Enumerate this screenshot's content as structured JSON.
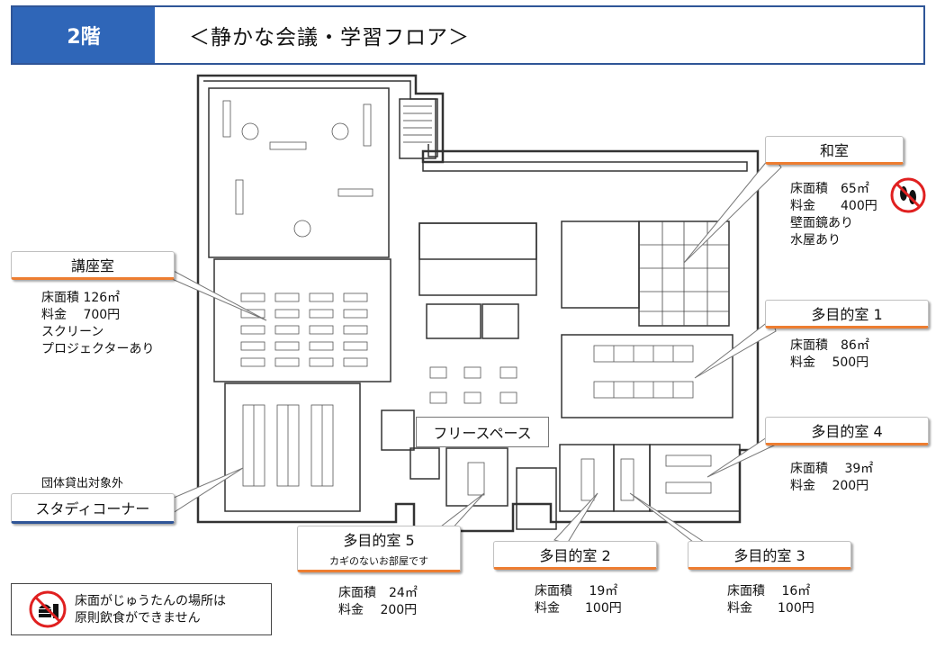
{
  "header": {
    "floor": "2階",
    "title": "＜静かな会議・学習フロア＞"
  },
  "rooms": {
    "washitsu": {
      "name": "和室",
      "area": "床面積　65㎡",
      "fee": "料金　　400円",
      "notes": [
        "壁面鏡あり",
        "水屋あり"
      ]
    },
    "koza": {
      "name": "講座室",
      "area": "床面積 126㎡",
      "fee": "料金　 700円",
      "notes": [
        "スクリーン",
        "プロジェクターあり"
      ]
    },
    "tamokuteki1": {
      "name": "多目的室 1",
      "area": "床面積　86㎡",
      "fee": "料金　 500円"
    },
    "tamokuteki4": {
      "name": "多目的室 4",
      "area": "床面積　 39㎡",
      "fee": "料金　 200円"
    },
    "tamokuteki5": {
      "name": "多目的室 5",
      "sub": "カギのないお部屋です",
      "area": "床面積　24㎡",
      "fee": "料金　 200円"
    },
    "tamokuteki2": {
      "name": "多目的室 2",
      "area": "床面積　 19㎡",
      "fee": "料金　　100円"
    },
    "tamokuteki3": {
      "name": "多目的室 3",
      "area": "床面積　 16㎡",
      "fee": "料金　　100円"
    },
    "study": {
      "name": "スタディコーナー",
      "note": "団体貸出対象外"
    },
    "free": {
      "name": "フリースペース"
    }
  },
  "notice": {
    "line1": "床面がじゅうたんの場所は",
    "line2": "原則飲食ができません"
  },
  "icons": [
    "no-food-icon",
    "no-shoes-icon"
  ],
  "colors": {
    "header_blue": "#2f66b8",
    "callout_orange": "#ed7d31",
    "callout_blue": "#2f5597",
    "prohibit_red": "#e02020"
  }
}
